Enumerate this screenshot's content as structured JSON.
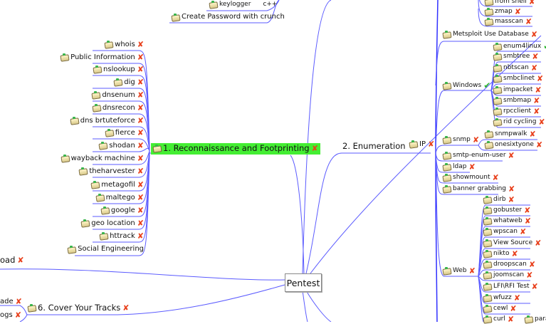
{
  "root": {
    "label": "Pentest"
  },
  "colors": {
    "edge": "#3b3bff",
    "highlight": "#44ee33",
    "cross": "#e8401c",
    "check": "#2fb52f"
  },
  "top_fragment": {
    "keylogger": "keylogger",
    "keylogger_note": "c++",
    "crunch": "Create Password with crunch"
  },
  "recon": {
    "label": "1. Reconnaissance and Footprinting",
    "items": [
      {
        "label": "whois",
        "status": "cross"
      },
      {
        "label": "Public Information",
        "status": "cross"
      },
      {
        "label": "nslookup",
        "status": "cross"
      },
      {
        "label": "dig",
        "status": "cross"
      },
      {
        "label": "dnsenum",
        "status": "cross"
      },
      {
        "label": "dnsrecon",
        "status": "cross"
      },
      {
        "label": "dns brtuteforce",
        "status": "cross"
      },
      {
        "label": "fierce",
        "status": "cross"
      },
      {
        "label": "shodan",
        "status": "cross"
      },
      {
        "label": "wayback machine",
        "status": "cross"
      },
      {
        "label": "theharvester",
        "status": "cross"
      },
      {
        "label": "metagofil",
        "status": "cross"
      },
      {
        "label": "maltego",
        "status": "cross"
      },
      {
        "label": "google",
        "status": "cross"
      },
      {
        "label": "geo location",
        "status": "cross"
      },
      {
        "label": "httrack",
        "status": "cross"
      },
      {
        "label": "Social Engineering",
        "status": "none"
      }
    ]
  },
  "enumeration": {
    "label": "2. Enumeration",
    "ip": {
      "label": "IP",
      "status": "cross"
    },
    "scan_tail": [
      {
        "label": "from shell",
        "status": "cross"
      },
      {
        "label": "zmap",
        "status": "cross"
      },
      {
        "label": "masscan",
        "status": "cross"
      }
    ],
    "metasploit": {
      "label": "Metsploit Use Database",
      "status": "cross"
    },
    "windows": {
      "label": "Windows",
      "status": "check",
      "items": [
        {
          "label": "enum4linux",
          "status": "check"
        },
        {
          "label": "smbtree",
          "status": "cross"
        },
        {
          "label": "nbtscan",
          "status": "cross"
        },
        {
          "label": "smbclinet",
          "status": "cross"
        },
        {
          "label": "impacket",
          "status": "cross"
        },
        {
          "label": "smbmap",
          "status": "cross"
        },
        {
          "label": "rpcclient",
          "status": "cross"
        },
        {
          "label": "rid cycling",
          "status": "cross"
        }
      ]
    },
    "snmp": {
      "label": "snmp",
      "status": "cross",
      "items": [
        {
          "label": "snmpwalk",
          "status": "cross"
        },
        {
          "label": "onesixtyone",
          "status": "cross"
        }
      ]
    },
    "others": [
      {
        "label": "smtp-enum-user",
        "status": "cross"
      },
      {
        "label": "ldap",
        "status": "cross"
      },
      {
        "label": "showmount",
        "status": "cross"
      },
      {
        "label": "banner grabbing",
        "status": "cross"
      }
    ],
    "web": {
      "label": "Web",
      "status": "cross",
      "items": [
        {
          "label": "dirb",
          "status": "cross"
        },
        {
          "label": "gobuster",
          "status": "cross"
        },
        {
          "label": "whatweb",
          "status": "cross"
        },
        {
          "label": "wpscan",
          "status": "cross"
        },
        {
          "label": "View Source",
          "status": "cross"
        },
        {
          "label": "nikto",
          "status": "cross"
        },
        {
          "label": "droopscan",
          "status": "cross"
        },
        {
          "label": "joomscan",
          "status": "cross"
        },
        {
          "label": "LFI\\RFI Test",
          "status": "cross"
        },
        {
          "label": "wfuzz",
          "status": "cross"
        },
        {
          "label": "cewl",
          "status": "cross"
        },
        {
          "label": "curl",
          "status": "cross"
        }
      ],
      "extra_fragment": "parar"
    }
  },
  "left_fragments": {
    "upload": "oad",
    "cover": {
      "label": "6. Cover Your Tracks",
      "status": "cross"
    },
    "cover_items": [
      {
        "label": "ade",
        "status": "cross"
      },
      {
        "label": "ogs",
        "status": "cross"
      }
    ]
  }
}
